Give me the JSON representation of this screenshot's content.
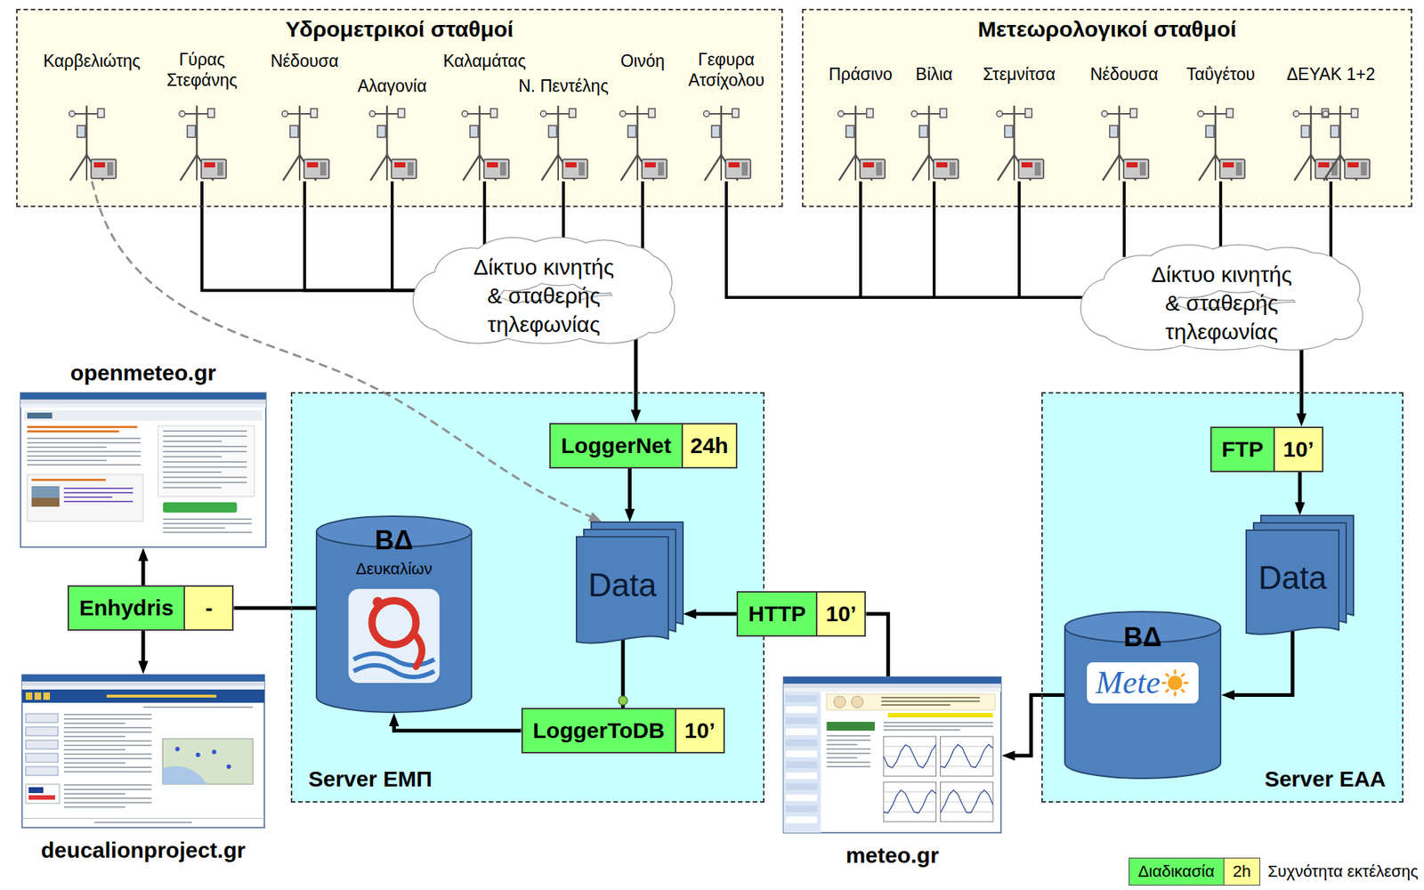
{
  "diagram": {
    "nodes": [
      {
        "text": [
          "Υδρομετρικοί σταθμοί"
        ]
      },
      {
        "text": [
          "Καρβελιώτης"
        ],
        "in": 0
      },
      {
        "text": [
          "Γύρας Στεφάνης"
        ],
        "in": 0
      },
      {
        "text": [
          "Νέδουσα"
        ],
        "in": 0
      },
      {
        "text": [
          "Αλαγονία"
        ],
        "in": 0
      },
      {
        "text": [
          "Καλαμάτας"
        ],
        "in": 0
      },
      {
        "text": [
          "Ν. Πεντέλης"
        ],
        "in": 0
      },
      {
        "text": [
          "Οινόη"
        ],
        "in": 0
      },
      {
        "text": [
          "Γεφυρα Ατσίχολου"
        ],
        "in": 0
      },
      {
        "text": [
          "Μετεωρολογικοί σταθμοί"
        ]
      },
      {
        "text": [
          "Πράσινο"
        ],
        "in": 9
      },
      {
        "text": [
          "Βίλια"
        ],
        "in": 9
      },
      {
        "text": [
          "Στεμνίτσα"
        ],
        "in": 9
      },
      {
        "text": [
          "Νέδουσα"
        ],
        "in": 9
      },
      {
        "text": [
          "Ταΰγέτου"
        ],
        "in": 9
      },
      {
        "text": [
          "ΔΕΥΑΚ 1+2"
        ],
        "in": 9
      },
      {
        "text": [
          "Δίκτυο κινητής & σταθερής τηλεφωνίας"
        ]
      },
      {
        "text": [
          "Δίκτυο κινητής & σταθερής τηλεφωνίας"
        ]
      },
      {
        "text": [
          "openmeteo.gr"
        ]
      },
      {
        "text": [
          "Server ΕΜΠ"
        ]
      },
      {
        "text": [
          "LoggerNet",
          "24h"
        ],
        "in": 19
      },
      {
        "text": [
          "Data"
        ],
        "in": 19
      },
      {
        "text": [
          "ΒΔ",
          "Δευκαλίων"
        ],
        "in": 19
      },
      {
        "text": [
          "LoggerToDB",
          "10’"
        ],
        "in": 19
      },
      {
        "text": [
          "Enhydris",
          "-"
        ]
      },
      {
        "text": [
          "deucalionproject.gr"
        ]
      },
      {
        "text": [
          "HTTP",
          "10’"
        ]
      },
      {
        "text": [
          "Server ΕΑΑ"
        ]
      },
      {
        "text": [
          "FTP",
          "10’"
        ],
        "in": 27
      },
      {
        "text": [
          "Data"
        ],
        "in": 27
      },
      {
        "text": [
          "ΒΔ",
          "Mete"
        ],
        "in": 27
      },
      {
        "text": [
          "meteo.gr"
        ]
      }
    ],
    "edges": [
      {
        "from": 2,
        "to": 16,
        "arrow": "none"
      },
      {
        "from": 3,
        "to": 16,
        "arrow": "none"
      },
      {
        "from": 4,
        "to": 16,
        "arrow": "none"
      },
      {
        "from": 5,
        "to": 16,
        "arrow": "none"
      },
      {
        "from": 6,
        "to": 16,
        "arrow": "none"
      },
      {
        "from": 7,
        "to": 16,
        "arrow": "none"
      },
      {
        "from": 1,
        "to": 21,
        "arrow": "to"
      },
      {
        "from": 8,
        "to": 17,
        "arrow": "none"
      },
      {
        "from": 10,
        "to": 17,
        "arrow": "none"
      },
      {
        "from": 11,
        "to": 17,
        "arrow": "none"
      },
      {
        "from": 12,
        "to": 17,
        "arrow": "none"
      },
      {
        "from": 13,
        "to": 17,
        "arrow": "none"
      },
      {
        "from": 14,
        "to": 17,
        "arrow": "none"
      },
      {
        "from": 15,
        "to": 17,
        "arrow": "none"
      },
      {
        "from": 16,
        "to": 20,
        "arrow": "to"
      },
      {
        "from": 20,
        "to": 21,
        "arrow": "to"
      },
      {
        "from": 21,
        "to": 23,
        "arrow": "none"
      },
      {
        "from": 23,
        "to": 22,
        "arrow": "to"
      },
      {
        "from": 22,
        "to": 24,
        "arrow": "none"
      },
      {
        "from": 24,
        "to": 18,
        "arrow": "to"
      },
      {
        "from": 24,
        "to": 25,
        "arrow": "to"
      },
      {
        "from": 17,
        "to": 28,
        "arrow": "to"
      },
      {
        "from": 28,
        "to": 29,
        "arrow": "to"
      },
      {
        "from": 29,
        "to": 30,
        "arrow": "to"
      },
      {
        "from": 30,
        "to": 31,
        "arrow": "to"
      },
      {
        "from": 31,
        "to": 26,
        "arrow": "none"
      },
      {
        "from": 26,
        "to": 21,
        "arrow": "to"
      }
    ],
    "labels": [
      "2h"
    ],
    "legend": [
      {
        "text": "Διαδικασία",
        "color": "#66ff66"
      },
      {
        "text": "Συχνότητα εκτέλεσης",
        "color": "#ffff99"
      }
    ]
  }
}
